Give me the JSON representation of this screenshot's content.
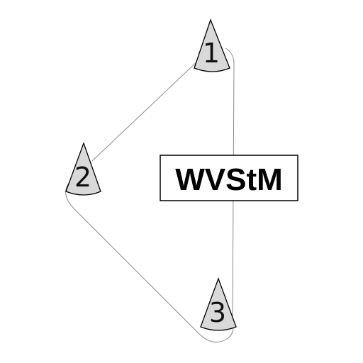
{
  "nodes": [
    {
      "id": "1",
      "label": "1"
    },
    {
      "id": "2",
      "label": "2"
    },
    {
      "id": "3",
      "label": "3"
    }
  ],
  "edges": [
    {
      "from": "1",
      "to": "2"
    },
    {
      "from": "2",
      "to": "3"
    },
    {
      "from": "3",
      "to": "1"
    }
  ],
  "route_label": "WVStM",
  "colors": {
    "marker_fill": "#d9d9d9",
    "edge_stroke": "#8a8a8a",
    "text": "#000000"
  }
}
